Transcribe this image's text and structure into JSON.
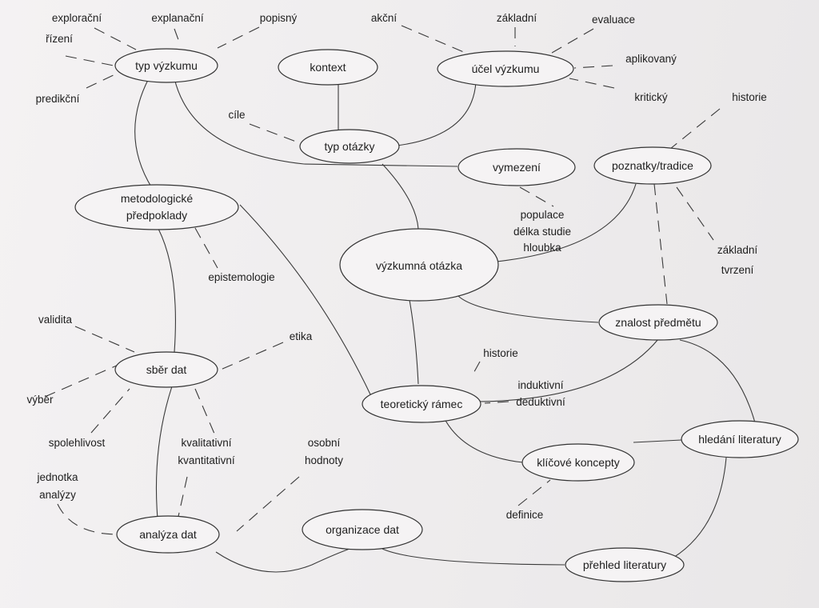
{
  "nodes": {
    "typ_vyzkumu": "typ  výzkumu",
    "kontext": "kontext",
    "ucel_vyzkumu": "účel výzkumu",
    "typ_otazky": "typ  otázky",
    "vymezeni": "vymezení",
    "poznatky": "poznatky/tradice",
    "metodologicke_1": "metodologické",
    "metodologicke_2": "předpoklady",
    "vyzkumna_otazka": "výzkumná  otázka",
    "znalost_predmetu": "znalost předmětu",
    "sber_dat": "sběr dat",
    "teoreticky_ramec": "teoretický  rámec",
    "hledani_literatury": "hledání literatury",
    "klicove_koncepty": "klíčové koncepty",
    "analyza_dat": "analýza dat",
    "organizace_dat": "organizace dat",
    "prehled_literatury": "přehled literatury"
  },
  "labels": {
    "exploracni": "explorační",
    "explanacni": "explanační",
    "popisny": "popisný",
    "akcni": "akční",
    "zakladni": "základní",
    "evaluace": "evaluace",
    "rizeni": "řízení",
    "aplikovany": "aplikovaný",
    "predikcni": "predikční",
    "kriticky": "kritický",
    "historie_1": "historie",
    "cile": "cíle",
    "populace_1": "populace",
    "populace_2": "délka studie",
    "populace_3": "hloubka",
    "zakladni_tvrzeni_1": "základní",
    "zakladni_tvrzeni_2": "tvrzení",
    "epistemologie": "epistemologie",
    "validita": "validita",
    "etika": "etika",
    "historie_2": "historie",
    "induktivni": "induktivní",
    "deduktivni": "deduktivní",
    "vyber": "výběr",
    "spolehlivost": "spolehlivost",
    "kvalitativni": "kvalitativní",
    "kvantitativni": "kvantitativní",
    "osobni": "osobní",
    "hodnoty": "hodnoty",
    "jednotka_1": "jednotka",
    "jednotka_2": "analýzy",
    "definice": "definice"
  }
}
